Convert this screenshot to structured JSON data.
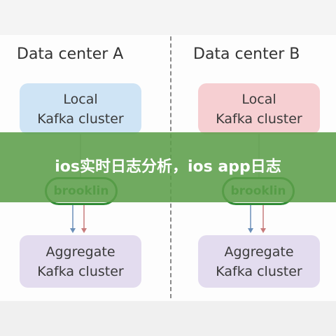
{
  "left": {
    "title": "Data center A",
    "local": {
      "line1": "Local",
      "line2": "Kafka cluster"
    },
    "mirror": "brooklin",
    "aggregate": {
      "line1": "Aggregate",
      "line2": "Kafka cluster"
    }
  },
  "right": {
    "title": "Data center B",
    "local": {
      "line1": "Local",
      "line2": "Kafka cluster"
    },
    "mirror": "brooklin",
    "aggregate": {
      "line1": "Aggregate",
      "line2": "Kafka cluster"
    }
  },
  "banner": {
    "text": "ios实时日志分析，ios app日志"
  },
  "colors": {
    "local_a": "#cfe4f5",
    "local_b": "#f6cfd2",
    "aggregate": "#e3dcef",
    "brooklin_green": "#2f8a34",
    "banner_green": "#5c9e4a",
    "arrow_blue": "#6b8fb8",
    "arrow_red": "#c77b7b"
  }
}
